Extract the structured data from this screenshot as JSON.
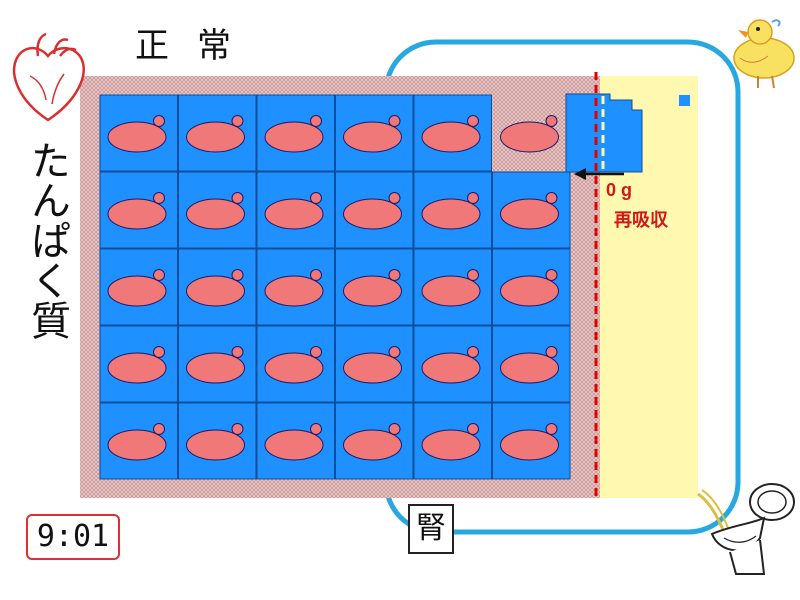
{
  "title": "正常",
  "side_label": "たんぱく質",
  "clock": "9:01",
  "kidney_label": "腎",
  "reabsorption": {
    "amount": "0 g",
    "label": "再吸収"
  },
  "grid": {
    "rows": 5,
    "cols": 6,
    "empty_cell": [
      0,
      5
    ]
  },
  "colors": {
    "cell": "#1e90ff",
    "protein": "#f07878",
    "tube": "#28a8e0",
    "filtrate": "#fff8b0",
    "barrier": "#e00000",
    "interstitium": "#d8a8a8"
  },
  "icons": [
    "heart-icon",
    "duck-icon",
    "toilet-icon"
  ]
}
